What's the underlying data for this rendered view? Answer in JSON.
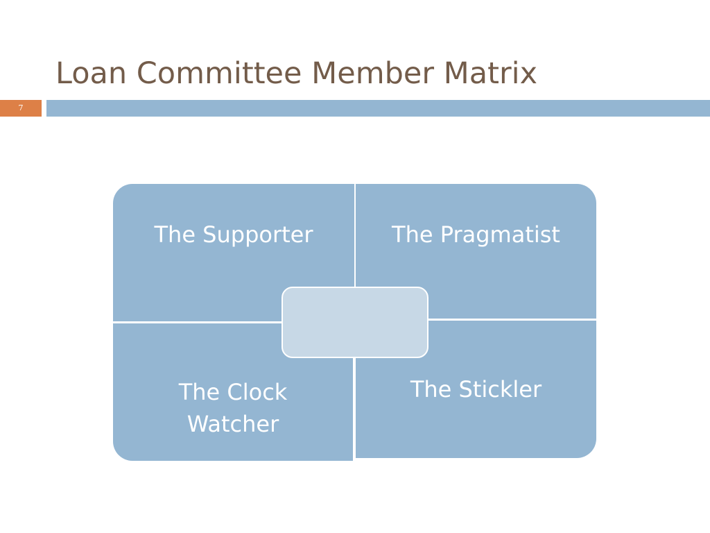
{
  "slide": {
    "title": "Loan Committee Member Matrix",
    "number": "7"
  },
  "matrix": {
    "top_left": "The Supporter",
    "top_right": "The Pragmatist",
    "bottom_left": "The Clock Watcher",
    "bottom_right": "The Stickler",
    "center": ""
  },
  "colors": {
    "title": "#735c4a",
    "accent_orange": "#dd8047",
    "accent_blue": "#94b6d2",
    "center_fill": "#c7d8e6"
  }
}
